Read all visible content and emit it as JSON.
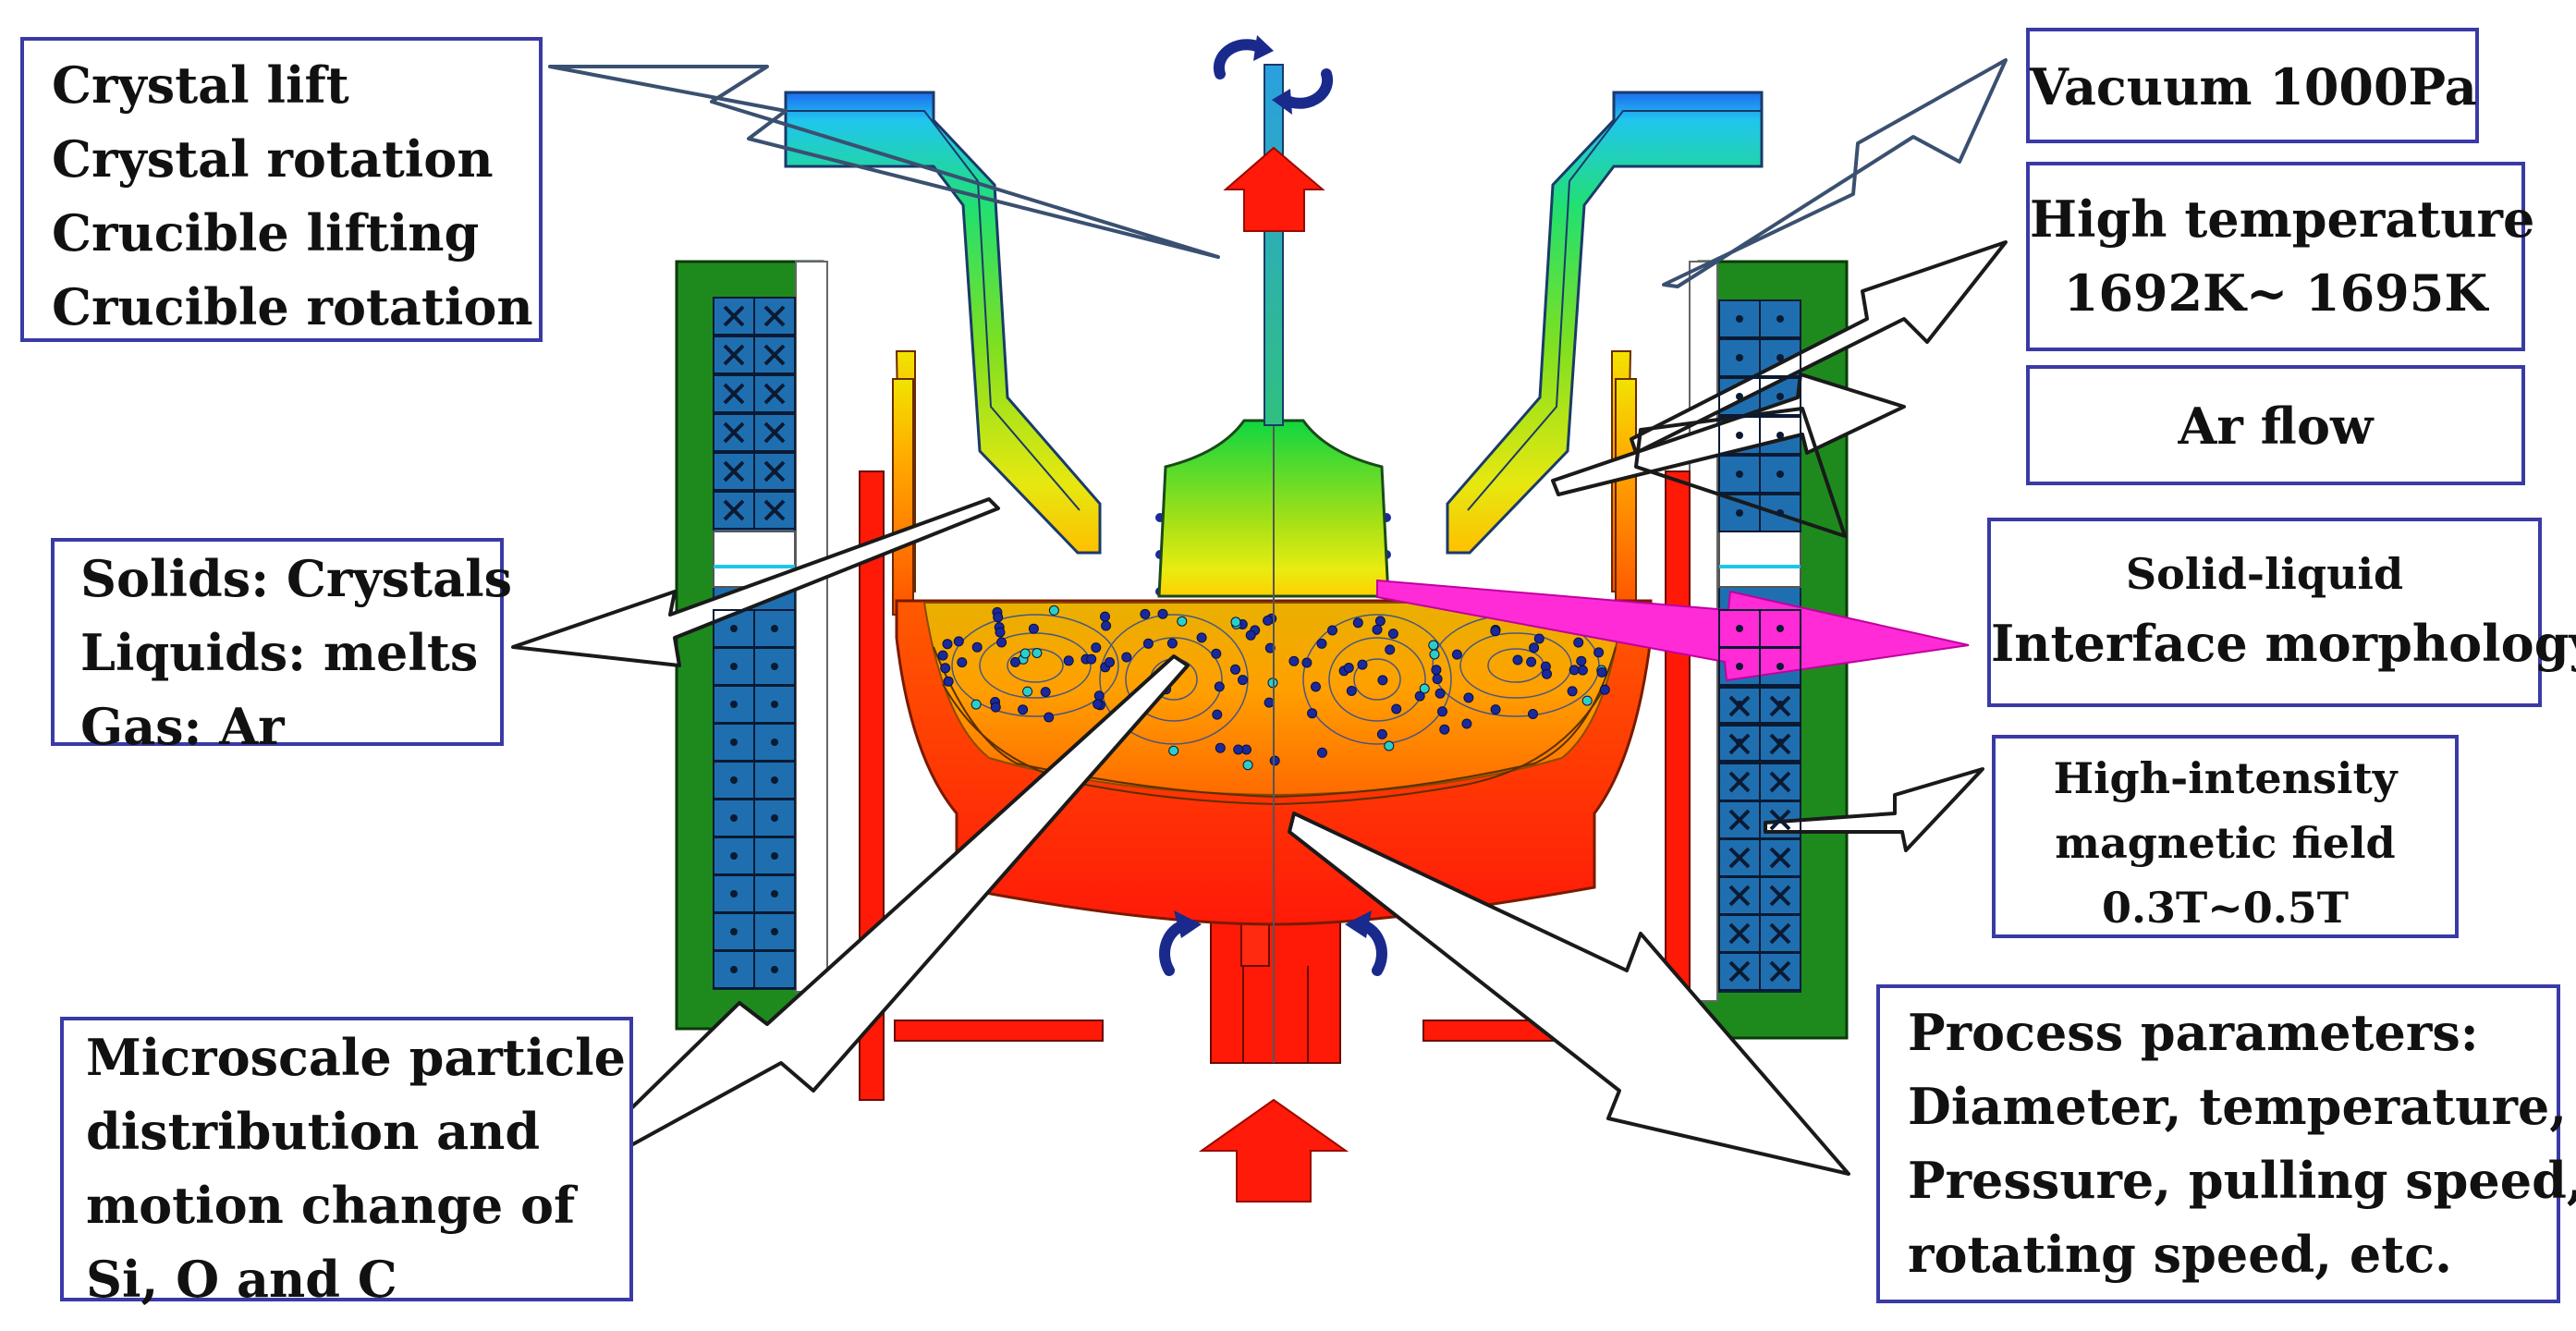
{
  "labels": {
    "controls": [
      "Crystal lift",
      "Crystal rotation",
      "Crucible lifting",
      "Crucible rotation"
    ],
    "vacuum": [
      "Vacuum 1000Pa"
    ],
    "temperature": [
      "High temperature",
      "1692K~ 1695K"
    ],
    "ar_flow": [
      "Ar flow"
    ],
    "phases": [
      "Solids: Crystals",
      "Liquids: melts",
      "Gas: Ar"
    ],
    "interface": [
      "Solid-liquid",
      "Interface morphology"
    ],
    "magnetic": [
      "High-intensity",
      "magnetic field",
      "0.3T~0.5T"
    ],
    "particles": [
      "Microscale particle",
      "distribution and",
      "motion change of",
      "Si, O and C"
    ],
    "process": [
      "Process parameters:",
      "Diameter, temperature,",
      "Pressure, pulling speed,",
      "rotating speed, etc."
    ]
  },
  "icons": [
    "rotation-arrows-icon",
    "lift-arrow-icon",
    "magnet-coil-cross-icon",
    "magnet-coil-dot-icon"
  ],
  "colors": {
    "box_border": "#3a3aa6",
    "coil_blue": "#1f6fb0",
    "shield_green": "#1e8a1e",
    "heater_red": "#ff1a0a",
    "arrow_red": "#ff1a0a",
    "rotation_navy": "#1a2a8c",
    "interface_arrow_magenta": "#ff2bd6"
  }
}
